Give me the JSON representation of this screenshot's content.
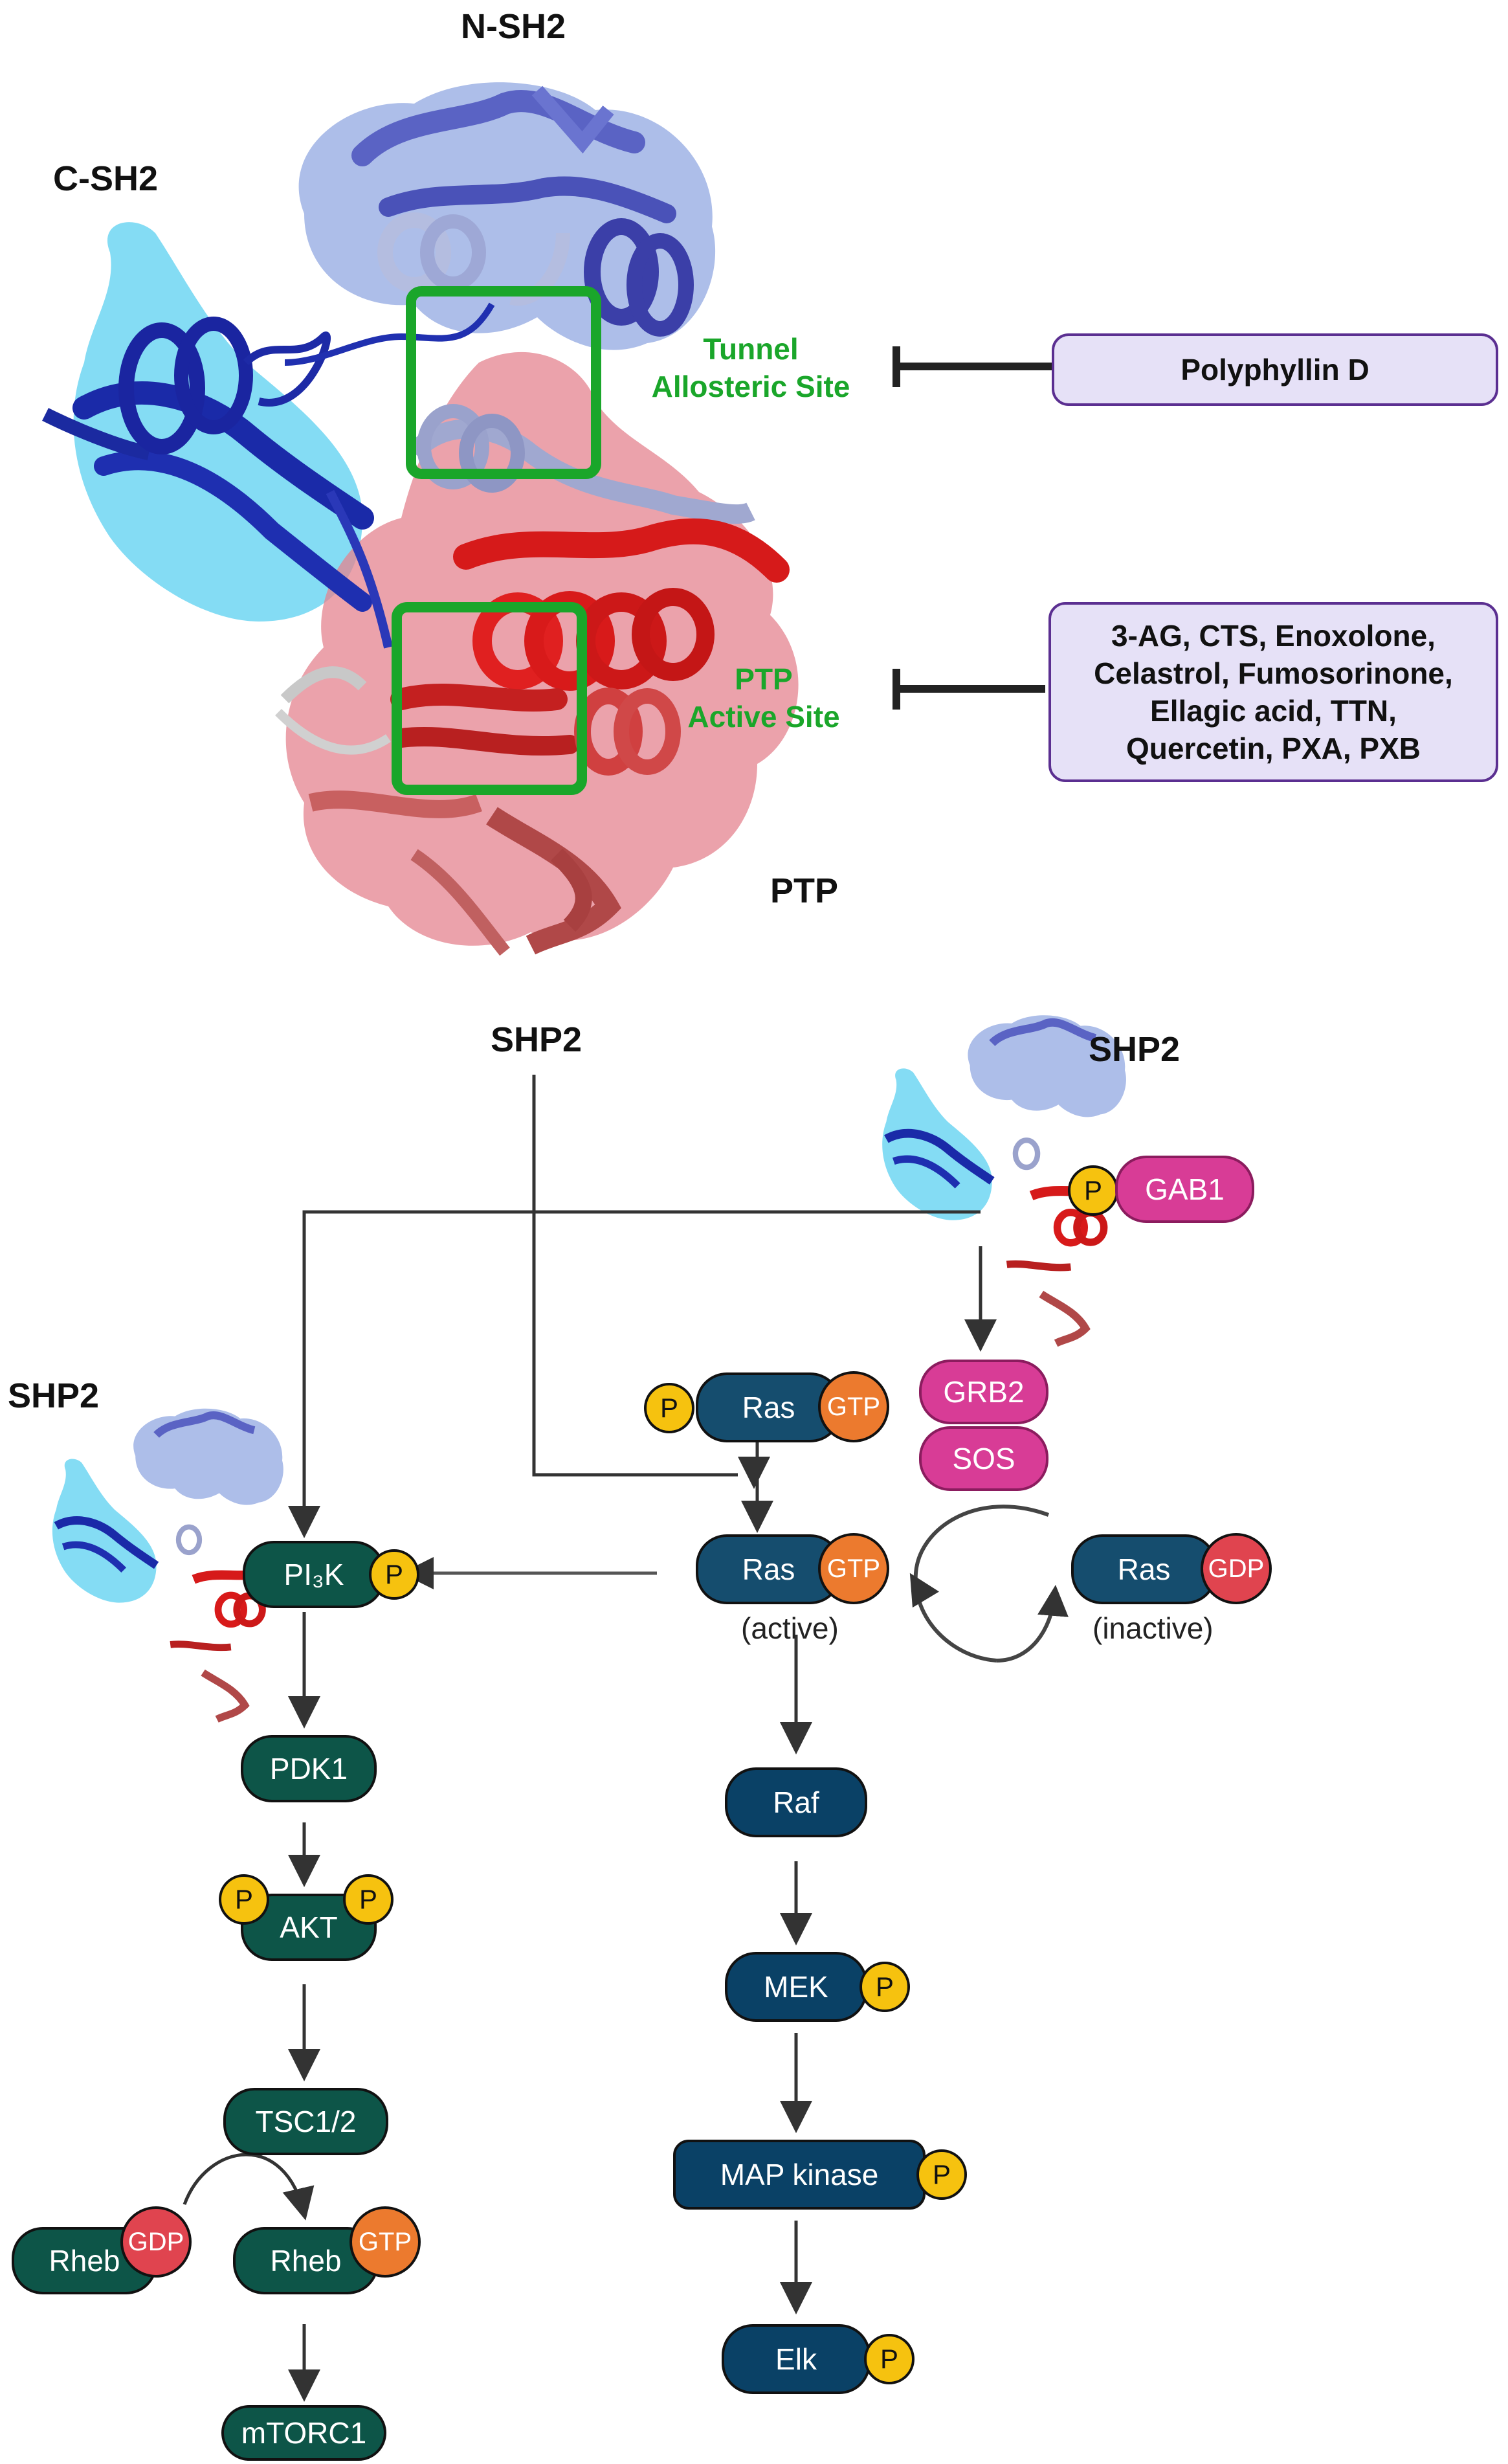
{
  "domains": {
    "nsh2": "N-SH2",
    "csh2": "C-SH2",
    "ptp": "PTP",
    "shp2_main": "SHP2"
  },
  "sites": {
    "tunnel": "Tunnel\nAllosteric Site",
    "active": "PTP\nActive Site"
  },
  "inhibitors": {
    "tunnel": "Polyphyllin D",
    "active": "3-AG, CTS, Enoxolone,\nCelastrol, Fumosorinone,\nEllagic acid, TTN,\nQuercetin, PXA, PXB"
  },
  "pathway": {
    "shp2_right": "SHP2",
    "shp2_left": "SHP2",
    "gab1": "GAB1",
    "grb2": "GRB2",
    "sos": "SOS",
    "ras": "Ras",
    "gtp": "GTP",
    "gdp": "GDP",
    "p": "P",
    "active": "(active)",
    "inactive": "(inactive)",
    "raf": "Raf",
    "mek": "MEK",
    "map_kinase": "MAP kinase",
    "elk": "Elk",
    "pi3k": "PI₃K",
    "pdk1": "PDK1",
    "akt": "AKT",
    "tsc": "TSC1/2",
    "rheb": "Rheb",
    "mtorc1": "mTORC1"
  },
  "colors": {
    "tunnel_box": "#1aa62a",
    "inhibitor_fill": "#e6e1f7",
    "inhibitor_border": "#5b2f91",
    "pi3k_branch": "#0d5548",
    "mapk_branch": "#0a4166",
    "phosphate": "#f6c20f",
    "gtp": "#ec7a2e",
    "gdp": "#e0444f",
    "adaptor": "#d83c96"
  }
}
